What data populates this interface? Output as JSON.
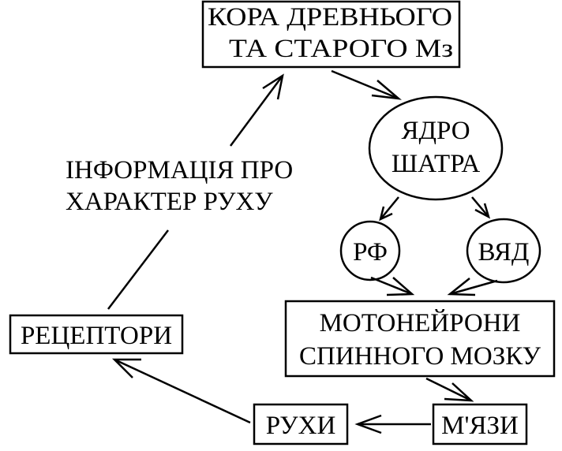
{
  "nodes": {
    "cortex": {
      "line1": "КОРА ДРЕВНЬОГО",
      "line2": "ТА СТАРОГО Мз"
    },
    "tent_nucleus": {
      "line1": "ЯДРО",
      "line2": "ШАТРА"
    },
    "rf": {
      "label": "РФ"
    },
    "vyad": {
      "label": "ВЯД"
    },
    "motoneurons": {
      "line1": "МОТОНЕЙРОНИ",
      "line2": "СПИННОГО МОЗКУ"
    },
    "muscles": {
      "label": "М'ЯЗИ"
    },
    "movements": {
      "label": "РУХИ"
    },
    "receptors": {
      "label": "РЕЦЕПТОРИ"
    }
  },
  "feedback_label": {
    "line1": "ІНФОРМАЦІЯ ПРО",
    "line2": "ХАРАКТЕР РУХУ"
  },
  "colors": {
    "stroke": "#000000",
    "background": "#ffffff"
  }
}
